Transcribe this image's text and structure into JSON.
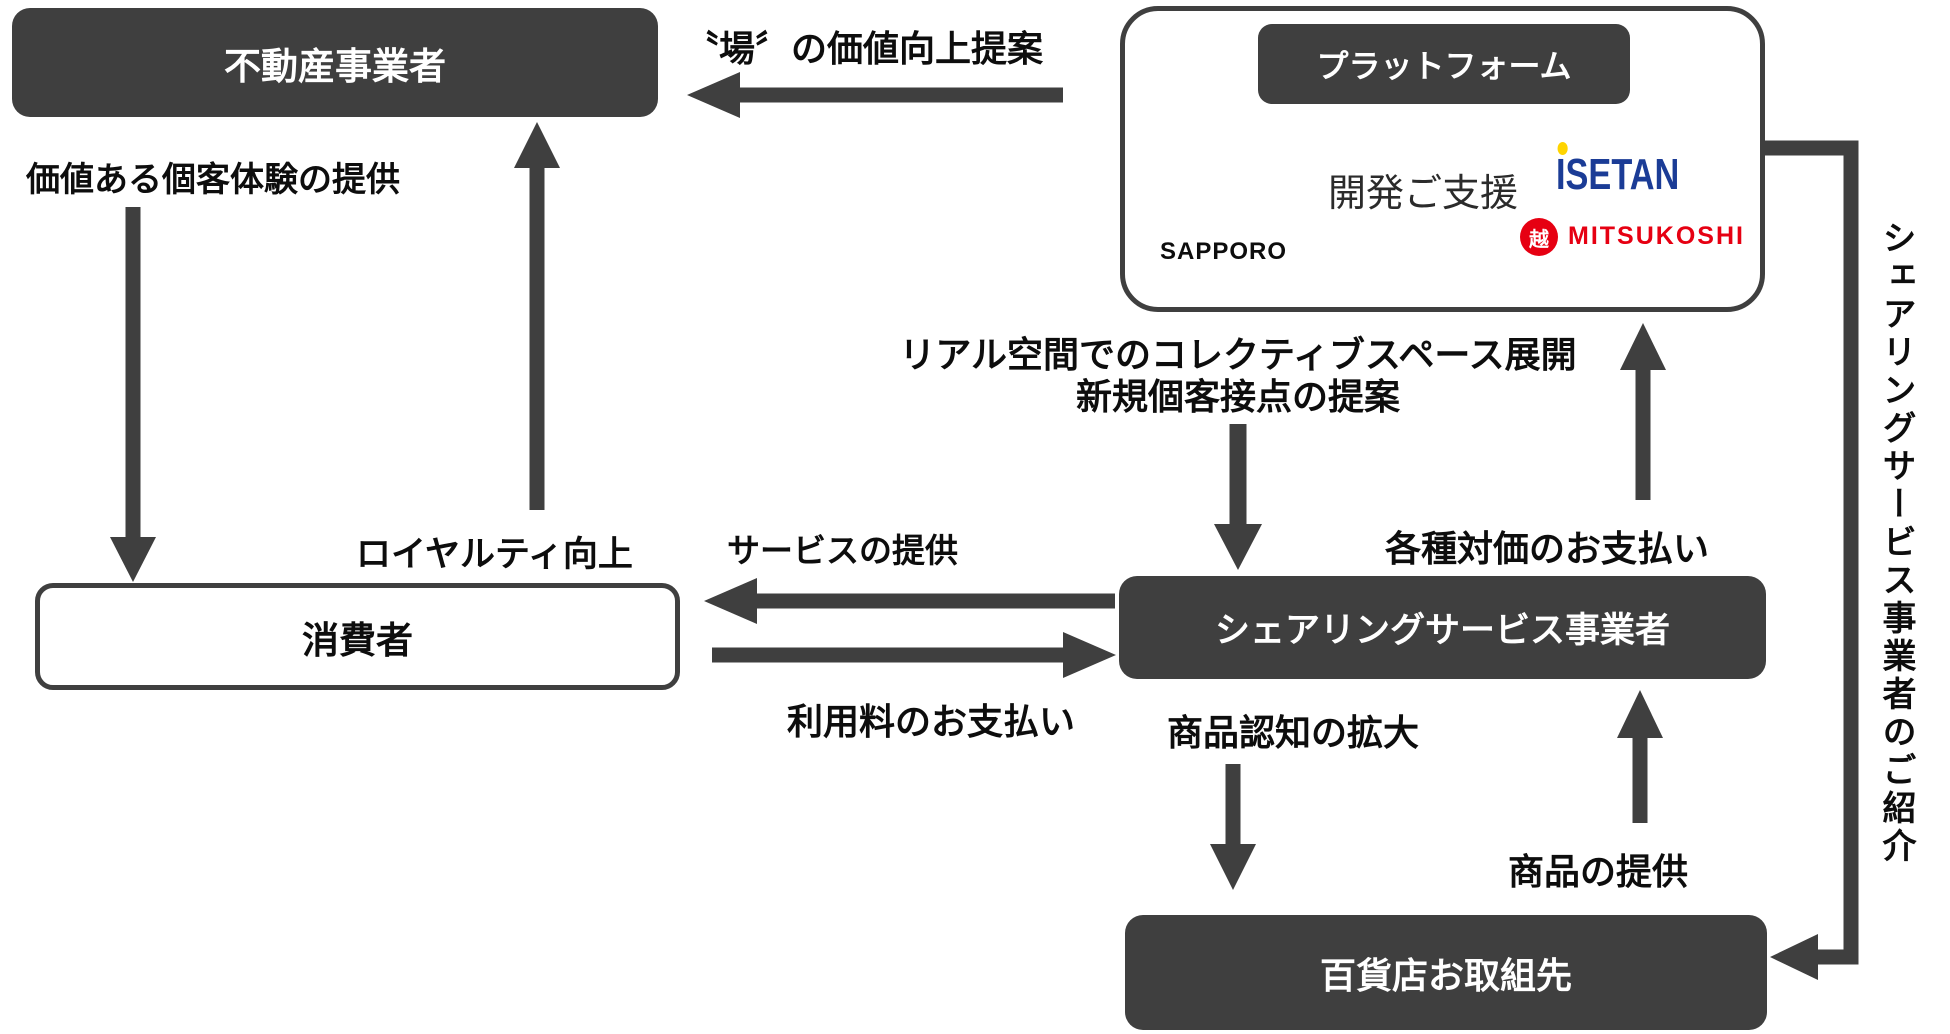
{
  "colors": {
    "dark_gray": "#3f3f3f",
    "white": "#ffffff",
    "label_black": "#0d0d0d",
    "star_gold": "#f7b512",
    "isetan_blue": "#1b3c96",
    "isetan_dot_yellow": "#ffd400",
    "mitsukoshi_red": "#e60012"
  },
  "nodes": {
    "real_estate": {
      "label": "不動産事業者"
    },
    "platform": {
      "label": "プラットフォーム"
    },
    "consumer": {
      "label": "消費者"
    },
    "sharing_service": {
      "label": "シェアリングサービス事業者"
    },
    "department_store": {
      "label": "百貨店お取組先"
    }
  },
  "platform_content": {
    "sapporo_text": "SAPPORO",
    "support_label": "開発ご支援",
    "isetan_i": "I",
    "isetan_rest": "SETAN",
    "mitsukoshi_seal_glyph": "越",
    "mitsukoshi_text": "MITSUKOSHI"
  },
  "icons": {
    "sapporo_star": "star-shape",
    "mitsukoshi_seal": "red-circle-seal"
  },
  "labels": {
    "place_value_proposal": "〝場〞の価値向上提案",
    "valuable_experience": "価値ある個客体験の提供",
    "loyalty_up": "ロイヤルティ向上",
    "service_provision": "サービスの提供",
    "usage_fee_payment": "利用料のお支払い",
    "real_space_line1": "リアル空間でのコレクティブスペース展開",
    "real_space_line2": "新規個客接点の提案",
    "compensation_payment": "各種対価のお支払い",
    "product_awareness": "商品認知の拡大",
    "product_provision": "商品の提供",
    "sharing_referral_vertical": "シェアリングサービス事業者のご紹介"
  }
}
